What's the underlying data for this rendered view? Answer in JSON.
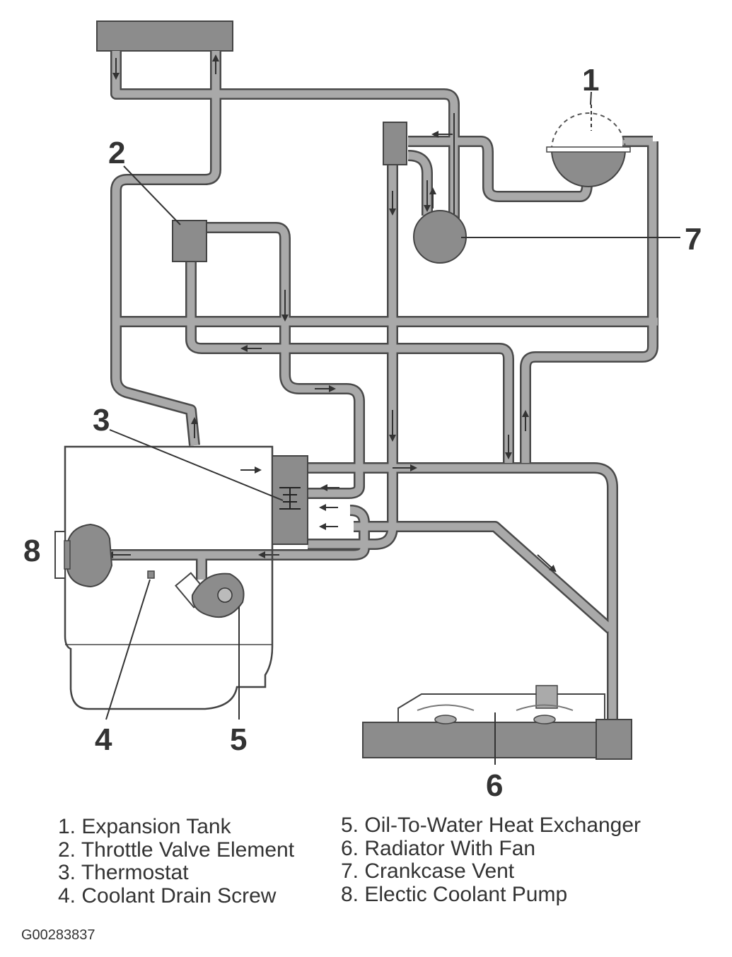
{
  "callouts": {
    "c1": "1",
    "c2": "2",
    "c3": "3",
    "c4": "4",
    "c5": "5",
    "c6": "6",
    "c7": "7",
    "c8": "8"
  },
  "legend": {
    "left": [
      "1. Expansion Tank",
      "2. Throttle Valve Element",
      "3. Thermostat",
      "4. Coolant Drain Screw"
    ],
    "right": [
      "5. Oil-To-Water Heat Exchanger",
      "6. Radiator With Fan",
      "7. Crankcase Vent",
      "8. Electic Coolant Pump"
    ]
  },
  "figure_id": "G00283837",
  "colors": {
    "pipe": "#a9a9a9",
    "pipe_outline": "#4a4a4a",
    "component": "#8c8c8c",
    "line": "#333333"
  }
}
